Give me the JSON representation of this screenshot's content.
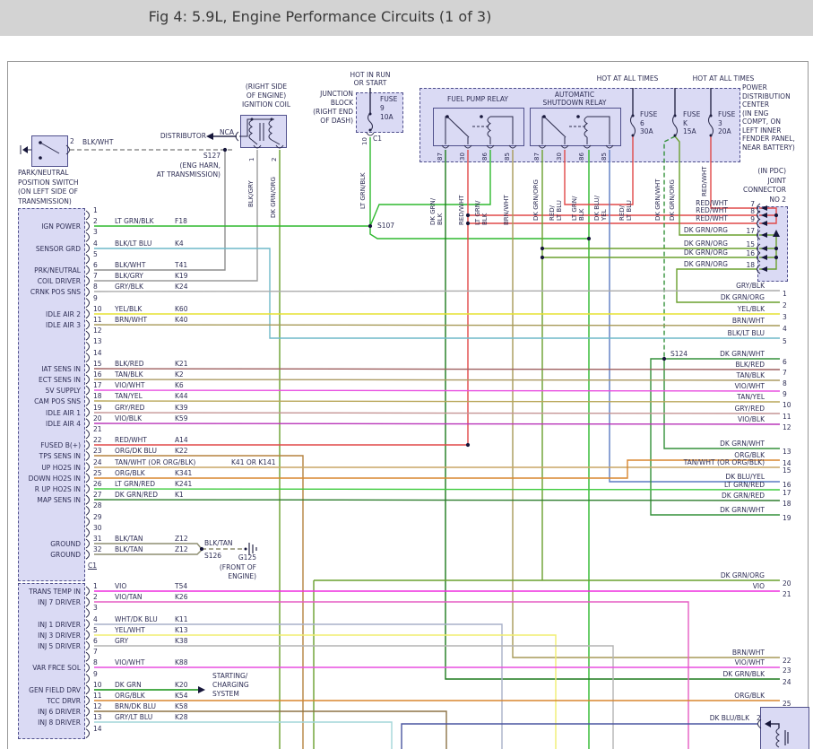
{
  "title": "Fig 4: 5.9L, Engine Performance Circuits (1 of 3)",
  "colors": {
    "line": "#2a2a4a",
    "lt_grn_blk": "#2eb82e",
    "dk_grn_org": "#6aa02e",
    "dk_grn_blk": "#1c7a1c",
    "dk_grn_wht": "#33913a",
    "dk_grn": "#33a033",
    "red_wht": "#e04848",
    "red_lt_blu": "#e04848",
    "brn_wht": "#a79a58",
    "dk_blu_yel": "#5b7ac2",
    "blk_wht": "#8e8e8e",
    "blk_gry": "#9c9c9c",
    "gry_blk": "#ababab",
    "blk_lt_blu": "#6fb9c9",
    "yel_blk": "#e6e232",
    "blk_red": "#9e5f5f",
    "tan_blk": "#ab9a62",
    "vio_wht": "#e84fe0",
    "tan_yel": "#b9a75a",
    "gry_red": "#c59595",
    "vio_blk": "#b935b9",
    "org_dk_blu": "#b5823f",
    "tan_wht": "#c8a567",
    "org_blk": "#d8862e",
    "lt_grn_red": "#3ecb3e",
    "dk_grn_red": "#2e7d2e",
    "blk_tan": "#8e8e70",
    "vio": "#ef2ddf",
    "vio_tan": "#e55cc3",
    "wht_dk_blu": "#a8b0c8",
    "yel_wht": "#f0ee71",
    "gry": "#b3b3b3",
    "brn_dk_blu": "#8d7346",
    "gry_lt_blu": "#a2d5d8",
    "dk_blu_blk": "#4a55a0",
    "box_fill": "#dadaf4",
    "box_border": "#50508c"
  },
  "top": {
    "park_switch": "PARK/NEUTRAL\nPOSITION SWITCH\n(ON LEFT SIDE OF\nTRANSMISSION)",
    "park_pin": "2",
    "park_wire": "BLK/WHT",
    "distributor": "DISTRIBUTOR",
    "nca": "NCA",
    "s127": "S127\n(ENG HARN,\nAT TRANSMISSION)",
    "ign_coil": "(RIGHT SIDE\nOF ENGINE)\nIGNITION COIL",
    "coil_pin1": "1",
    "coil_pin2": "2",
    "coil_wire1": "BLK/GRY",
    "coil_wire2": "DK GRN/ORG",
    "junction_block": "JUNCTION\nBLOCK\n(RIGHT END\nOF DASH)",
    "hot_in_run": "HOT IN RUN\nOR START",
    "fuse9": "FUSE\n9\n10A",
    "jb_pin": "10",
    "jb_conn": "C1",
    "jb_wire": "LT GRN/BLK",
    "s107": "S107",
    "hot_all_1": "HOT AT ALL TIMES",
    "hot_all_2": "HOT AT ALL TIMES",
    "pdc": "POWER\nDISTRIBUTION\nCENTER\n(IN ENG\nCOMPT, ON\nLEFT INNER\nFENDER PANEL,\nNEAR BATTERY)",
    "fuse6": "FUSE\n6\n30A",
    "fusek": "FUSE\nK\n15A",
    "fuse3": "FUSE\n3\n20A",
    "fusek_wire_dash": "DK GRN/WHT",
    "fusek_wire_solid": "DK GRN/ORG",
    "fuse3_wire": "RED/WHT",
    "s124": "S124"
  },
  "relays": {
    "fuel_pump": {
      "name": "FUEL PUMP RELAY",
      "pins": [
        "87",
        "30",
        "86",
        "85"
      ],
      "wire_labels": [
        "DK GRN/\nBLK",
        "RED/WHT",
        "LT GRN/\nBLK",
        "BRN/WHT"
      ]
    },
    "asd": {
      "name": "AUTOMATIC\nSHUTDOWN RELAY",
      "pins": [
        "87",
        "30",
        "86",
        "85"
      ],
      "wire_labels": [
        "DK GRN/ORG",
        "RED/\nLT BLU",
        "LT GRN/\nBLK",
        "DK BLU/\nYEL",
        "RED/\nLT BLU"
      ]
    }
  },
  "joint_connector": {
    "label": "(IN PDC)\nJOINT\nCONNECTOR\nNO 2",
    "pins": [
      {
        "n": "7",
        "wire": "RED/WHT"
      },
      {
        "n": "8",
        "wire": "RED/WHT"
      },
      {
        "n": "9",
        "wire": "RED/WHT"
      },
      {
        "n": "17",
        "wire": "DK GRN/ORG"
      },
      {
        "n": "15",
        "wire": "DK GRN/ORG"
      },
      {
        "n": "16",
        "wire": "DK GRN/ORG"
      },
      {
        "n": "18",
        "wire": "DK GRN/ORG"
      }
    ]
  },
  "connector_c1": {
    "footer": "C1",
    "pins": [
      {
        "n": "1"
      },
      {
        "n": "2",
        "func": "IGN POWER",
        "wire": "LT GRN/BLK",
        "circuit": "F18"
      },
      {
        "n": "3"
      },
      {
        "n": "4",
        "func": "SENSOR GRD",
        "wire": "BLK/LT BLU",
        "circuit": "K4"
      },
      {
        "n": "5"
      },
      {
        "n": "6",
        "func": "PRK/NEUTRAL",
        "wire": "BLK/WHT",
        "circuit": "T41"
      },
      {
        "n": "7",
        "func": "COIL DRIVER",
        "wire": "BLK/GRY",
        "circuit": "K19"
      },
      {
        "n": "8",
        "func": "CRNK POS SNS",
        "wire": "GRY/BLK",
        "circuit": "K24"
      },
      {
        "n": "9"
      },
      {
        "n": "10",
        "func": "IDLE AIR 2",
        "wire": "YEL/BLK",
        "circuit": "K60"
      },
      {
        "n": "11",
        "func": "IDLE AIR 3",
        "wire": "BRN/WHT",
        "circuit": "K40"
      },
      {
        "n": "12"
      },
      {
        "n": "13"
      },
      {
        "n": "14"
      },
      {
        "n": "15",
        "func": "IAT SENS IN",
        "wire": "BLK/RED",
        "circuit": "K21"
      },
      {
        "n": "16",
        "func": "ECT SENS IN",
        "wire": "TAN/BLK",
        "circuit": "K2"
      },
      {
        "n": "17",
        "func": "5V SUPPLY",
        "wire": "VIO/WHT",
        "circuit": "K6"
      },
      {
        "n": "18",
        "func": "CAM POS SNS",
        "wire": "TAN/YEL",
        "circuit": "K44"
      },
      {
        "n": "19",
        "func": "IDLE AIR 1",
        "wire": "GRY/RED",
        "circuit": "K39"
      },
      {
        "n": "20",
        "func": "IDLE AIR 4",
        "wire": "VIO/BLK",
        "circuit": "K59"
      },
      {
        "n": "21"
      },
      {
        "n": "22",
        "func": "FUSED B(+)",
        "wire": "RED/WHT",
        "circuit": "A14"
      },
      {
        "n": "23",
        "func": "TPS SENS IN",
        "wire": "ORG/DK BLU",
        "circuit": "K22"
      },
      {
        "n": "24",
        "func": "UP HO2S IN",
        "wire": "TAN/WHT (OR ORG/BLK)",
        "circuit": "K41 OR K141"
      },
      {
        "n": "25",
        "func": "DOWN HO2S IN",
        "wire": "ORG/BLK",
        "circuit": "K341"
      },
      {
        "n": "26",
        "func": "R UP HO2S IN",
        "wire": "LT GRN/RED",
        "circuit": "K241"
      },
      {
        "n": "27",
        "func": "MAP SENS IN",
        "wire": "DK GRN/RED",
        "circuit": "K1"
      },
      {
        "n": "28"
      },
      {
        "n": "29"
      },
      {
        "n": "30"
      },
      {
        "n": "31",
        "func": "GROUND",
        "wire": "BLK/TAN",
        "circuit": "Z12"
      },
      {
        "n": "32",
        "func": "GROUND",
        "wire": "BLK/TAN",
        "circuit": "Z12"
      }
    ]
  },
  "connector_c2": {
    "pins": [
      {
        "n": "1",
        "func": "TRANS TEMP IN",
        "wire": "VIO",
        "circuit": "T54"
      },
      {
        "n": "2",
        "func": "INJ 7 DRIVER",
        "wire": "VIO/TAN",
        "circuit": "K26"
      },
      {
        "n": "3"
      },
      {
        "n": "4",
        "func": "INJ 1 DRIVER",
        "wire": "WHT/DK BLU",
        "circuit": "K11"
      },
      {
        "n": "5",
        "func": "INJ 3 DRIVER",
        "wire": "YEL/WHT",
        "circuit": "K13"
      },
      {
        "n": "6",
        "func": "INJ 5 DRIVER",
        "wire": "GRY",
        "circuit": "K38"
      },
      {
        "n": "7"
      },
      {
        "n": "8",
        "func": "VAR FRCE SOL",
        "wire": "VIO/WHT",
        "circuit": "K88"
      },
      {
        "n": "9"
      },
      {
        "n": "10",
        "func": "GEN FIELD DRV",
        "wire": "DK GRN",
        "circuit": "K20"
      },
      {
        "n": "11",
        "func": "TCC DRVR",
        "wire": "ORG/BLK",
        "circuit": "K54"
      },
      {
        "n": "12",
        "func": "INJ 6 DRIVER",
        "wire": "BRN/DK BLU",
        "circuit": "K58"
      },
      {
        "n": "13",
        "func": "INJ 8 DRIVER",
        "wire": "GRY/LT BLU",
        "circuit": "K28"
      },
      {
        "n": "14"
      }
    ]
  },
  "right_edge": [
    {
      "n": "1",
      "wire": "GRY/BLK"
    },
    {
      "n": "2",
      "wire": "DK GRN/ORG"
    },
    {
      "n": "3",
      "wire": "YEL/BLK"
    },
    {
      "n": "4",
      "wire": "BRN/WHT"
    },
    {
      "n": "5",
      "wire": "BLK/LT BLU"
    },
    {
      "n": "6",
      "wire": "DK GRN/WHT"
    },
    {
      "n": "7",
      "wire": "BLK/RED"
    },
    {
      "n": "8",
      "wire": "TAN/BLK"
    },
    {
      "n": "9",
      "wire": "VIO/WHT"
    },
    {
      "n": "10",
      "wire": "TAN/YEL"
    },
    {
      "n": "11",
      "wire": "GRY/RED"
    },
    {
      "n": "12",
      "wire": "VIO/BLK"
    },
    {
      "n": "13",
      "wire": "DK GRN/WHT"
    },
    {
      "n": "14",
      "wire": "ORG/BLK"
    },
    {
      "n": "15",
      "wire": "TAN/WHT (OR ORG/BLK)"
    },
    {
      "n": "16",
      "wire": "DK BLU/YEL"
    },
    {
      "n": "17",
      "wire": "LT GRN/RED"
    },
    {
      "n": "18",
      "wire": "DK GRN/RED"
    },
    {
      "n": "19",
      "wire": "DK GRN/WHT"
    },
    {
      "n": "20",
      "wire": "DK GRN/ORG"
    },
    {
      "n": "21",
      "wire": "VIO"
    },
    {
      "n": "22",
      "wire": "BRN/WHT"
    },
    {
      "n": "23",
      "wire": "VIO/WHT"
    },
    {
      "n": "24",
      "wire": "DK GRN/BLK"
    },
    {
      "n": "25",
      "wire": "ORG/BLK"
    }
  ],
  "ground": {
    "wire2": "BLK/TAN",
    "splice": "S126",
    "g125": "G125\n(FRONT OF\nENGINE)"
  },
  "starting": "STARTING/\nCHARGING\nSYSTEM",
  "bottom_right": {
    "wire": "DK BLU/BLK",
    "pin": "2"
  }
}
